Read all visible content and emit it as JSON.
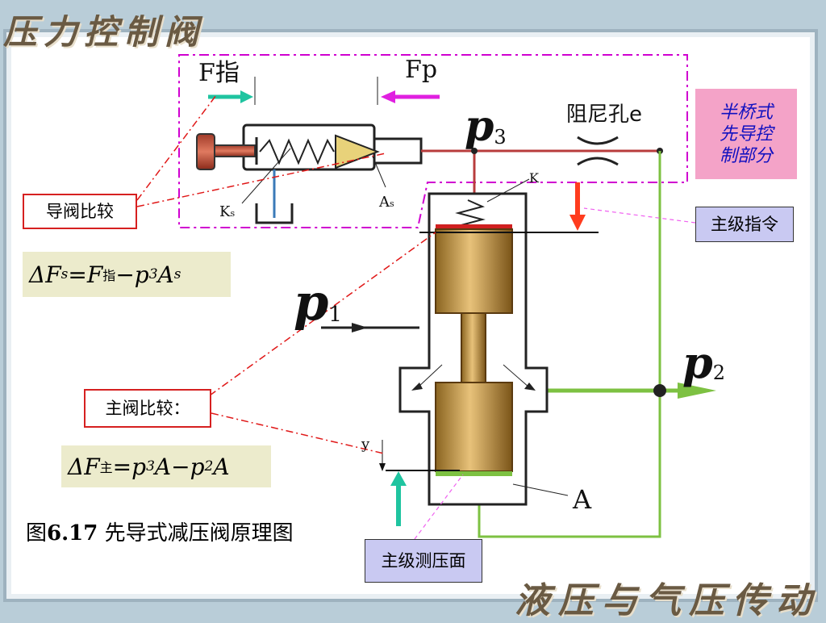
{
  "slide": {
    "title": "压力控制阀",
    "footer": "液压与气压传动"
  },
  "diagram_labels": {
    "f_command": "F指",
    "f_p": "Fp",
    "p3_main": "p",
    "p3_sub": "3",
    "orifice": "阻尼孔e",
    "k_spring": "K",
    "ks_label_main": "K",
    "ks_label_sub": "s",
    "as_label_main": "A",
    "as_label_sub": "s",
    "p1_main": "p",
    "p1_sub": "1",
    "p2_main": "p",
    "p2_sub": "2",
    "y_label": "y",
    "a_label": "A"
  },
  "callouts": {
    "half_bridge": [
      "半桥式",
      "先导控",
      "制部分"
    ],
    "main_command": "主级指令",
    "pilot_compare": "导阀比较",
    "main_compare": "主阀比较：",
    "main_measure": "主级测压面"
  },
  "formulas": {
    "pilot": {
      "lhs": "ΔF",
      "lhs_sub": "s",
      "eq": " = ",
      "f": "F",
      "f_sub": "指",
      "minus": " − ",
      "p": "p",
      "p_sub": "3",
      "a": "A",
      "a_sub": "s"
    },
    "main": {
      "lhs": "ΔF",
      "lhs_sub": "主",
      "eq": " = ",
      "p3": "p",
      "p3_sub": "3",
      "a1": "A",
      "minus": " − ",
      "p2": "p",
      "p2_sub": "2",
      "a2": "A"
    }
  },
  "caption": {
    "prefix": "图",
    "number": "6.17",
    "text": " 先导式减压阀原理图"
  },
  "colors": {
    "title_text": "#6a5a43",
    "frame_dash": "#d000d0",
    "pilot_line": "#b83c3c",
    "return_line": "#7dc142",
    "spool": "#c99a3c",
    "teal_arrow": "#1fc4a0",
    "magenta_arrow": "#e020e0",
    "red_arrow": "#ff3c1e",
    "callout_line": "#e01818"
  }
}
